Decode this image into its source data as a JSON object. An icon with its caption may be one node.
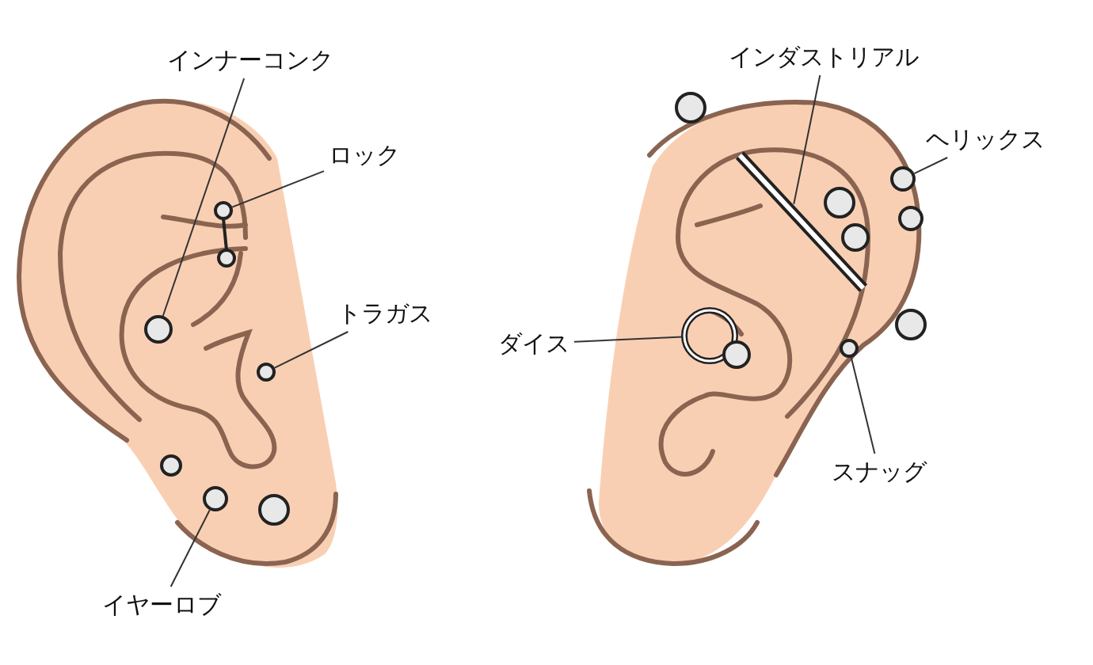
{
  "diagram": {
    "nodes": [
      {
        "text": [
          "インナーコンク"
        ]
      },
      {
        "text": [
          "ロック"
        ]
      },
      {
        "text": [
          "トラガス"
        ]
      },
      {
        "text": [
          "イヤーロブ"
        ]
      },
      {
        "text": [
          "インダストリアル"
        ]
      },
      {
        "text": [
          "ヘリックス"
        ]
      },
      {
        "text": [
          "ダイス"
        ]
      },
      {
        "text": [
          "スナッグ"
        ]
      },
      {
        "text": [],
        "shape": "circle"
      },
      {
        "text": [],
        "shape": "circle"
      },
      {
        "text": [],
        "shape": "circle"
      },
      {
        "text": [],
        "shape": "circle"
      },
      {
        "text": [],
        "shape": "bar"
      },
      {
        "text": [],
        "shape": "circle"
      },
      {
        "text": [],
        "shape": "circle"
      },
      {
        "text": [],
        "shape": "circle"
      }
    ],
    "edges": [
      {
        "from": 0,
        "to": 8,
        "arrow": "none"
      },
      {
        "from": 1,
        "to": 9,
        "arrow": "none"
      },
      {
        "from": 2,
        "to": 10,
        "arrow": "none"
      },
      {
        "from": 3,
        "to": 11,
        "arrow": "none"
      },
      {
        "from": 4,
        "to": 12,
        "arrow": "none"
      },
      {
        "from": 5,
        "to": 13,
        "arrow": "none"
      },
      {
        "from": 6,
        "to": 14,
        "arrow": "none"
      },
      {
        "from": 7,
        "to": 15,
        "arrow": "none"
      }
    ]
  }
}
